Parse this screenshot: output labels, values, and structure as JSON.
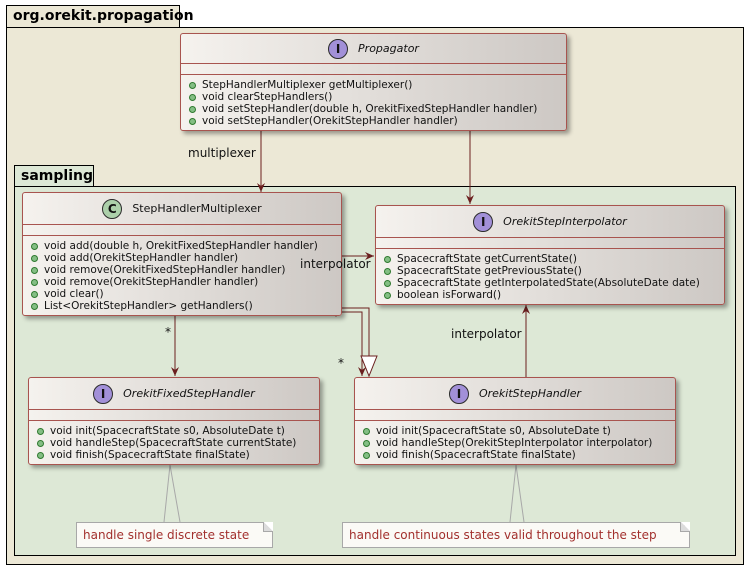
{
  "colors": {
    "outer_package_bg": "#ece8d6",
    "inner_package_bg": "#dde8d6",
    "class_border": "#a8544f",
    "interface_badge": "#a290d8",
    "class_badge": "#acd0aa",
    "arrow": "#6b1f1f",
    "note_text": "#a2302d"
  },
  "packages": {
    "outer": {
      "name": "org.orekit.propagation"
    },
    "inner": {
      "name": "sampling"
    }
  },
  "classes": {
    "propagator": {
      "kind": "interface",
      "stereotype_letter": "I",
      "name": "Propagator",
      "methods": [
        "StepHandlerMultiplexer getMultiplexer()",
        "void clearStepHandlers()",
        "void setStepHandler(double h, OrekitFixedStepHandler handler)",
        "void setStepHandler(OrekitStepHandler handler)"
      ]
    },
    "multiplexer": {
      "kind": "class",
      "stereotype_letter": "C",
      "name": "StepHandlerMultiplexer",
      "methods": [
        "void add(double h, OrekitFixedStepHandler handler)",
        "void add(OrekitStepHandler handler)",
        "void remove(OrekitFixedStepHandler handler)",
        "void remove(OrekitStepHandler handler)",
        "void clear()",
        "List<OrekitStepHandler> getHandlers()"
      ]
    },
    "interpolator": {
      "kind": "interface",
      "stereotype_letter": "I",
      "name": "OrekitStepInterpolator",
      "methods": [
        "SpacecraftState getCurrentState()",
        "SpacecraftState getPreviousState()",
        "SpacecraftState getInterpolatedState(AbsoluteDate date)",
        "boolean isForward()"
      ]
    },
    "fixed_handler": {
      "kind": "interface",
      "stereotype_letter": "I",
      "name": "OrekitFixedStepHandler",
      "methods": [
        "void init(SpacecraftState s0, AbsoluteDate t)",
        "void handleStep(SpacecraftState currentState)",
        "void finish(SpacecraftState finalState)"
      ]
    },
    "step_handler": {
      "kind": "interface",
      "stereotype_letter": "I",
      "name": "OrekitStepHandler",
      "methods": [
        "void init(SpacecraftState s0, AbsoluteDate t)",
        "void handleStep(OrekitStepInterpolator interpolator)",
        "void finish(SpacecraftState finalState)"
      ]
    }
  },
  "relation_labels": {
    "multiplexer": "multiplexer",
    "interpolator_from_multiplexer": "interpolator",
    "fixed_multiplicity": "*",
    "step_multiplicity": "*",
    "interpolator_from_handler": "interpolator"
  },
  "notes": {
    "fixed": "handle single discrete state",
    "continuous": "handle continuous states valid throughout the step"
  }
}
